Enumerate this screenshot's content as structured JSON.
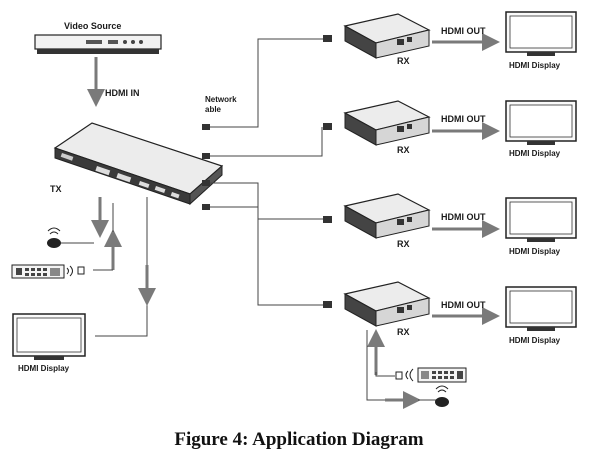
{
  "source_label": "Video Source",
  "hdmi_in_label": "HDMI IN",
  "network_label_line1": "Network",
  "network_label_line2": "able",
  "tx_label": "TX",
  "local_display_label": "HDMI Display",
  "receivers": [
    {
      "rx_label": "RX",
      "out_label": "HDMI OUT",
      "display_label": "HDMI Display"
    },
    {
      "rx_label": "RX",
      "out_label": "HDMI OUT",
      "display_label": "HDMI Display"
    },
    {
      "rx_label": "RX",
      "out_label": "HDMI OUT",
      "display_label": "HDMI Display"
    },
    {
      "rx_label": "RX",
      "out_label": "HDMI OUT",
      "display_label": "HDMI Display"
    }
  ],
  "caption": "Figure 4: Application Diagram",
  "colors": {
    "line": "#444444",
    "arrow": "#7a7a7a",
    "device_dark": "#2b2b2b",
    "device_light": "#e6e6e6"
  }
}
